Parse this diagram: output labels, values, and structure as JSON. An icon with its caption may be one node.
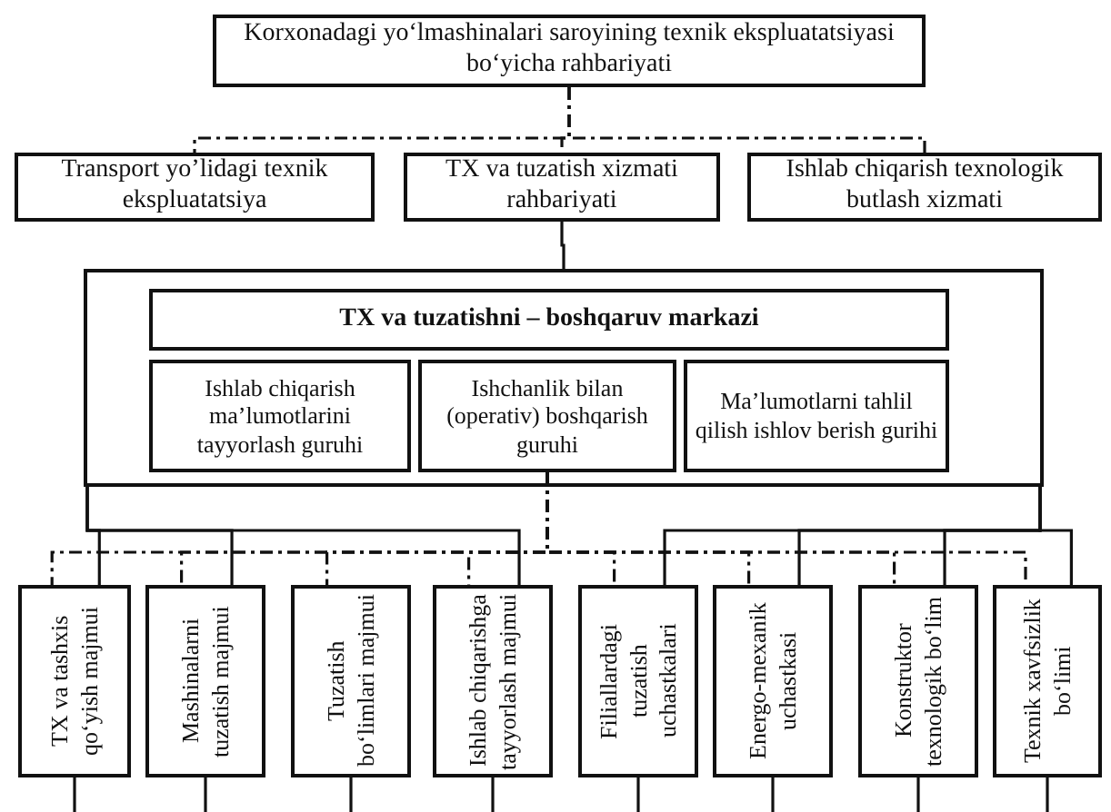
{
  "diagram": {
    "nodes": [
      {
        "text": [
          "Korxonadagi yo‘lmashinalari saroyining texnik ekspluatatsiyasi bo‘yicha rahbariyati"
        ]
      },
      {
        "text": [
          "Transport yo’lidagi texnik ekspluatatsiya"
        ]
      },
      {
        "text": [
          "TX va tuzatish xizmati rahbariyati"
        ]
      },
      {
        "text": [
          "Ishlab chiqarish texnologik butlash xizmati"
        ]
      },
      {
        "text": [],
        "shape": "box"
      },
      {
        "text": [
          "TX va tuzatishni – boshqaruv markazi"
        ],
        "in": 4
      },
      {
        "text": [
          "Ishlab chiqarish ma’lumotlarini tayyorlash guruhi"
        ],
        "in": 4
      },
      {
        "text": [
          "Ishchanlik bilan (operativ) boshqarish guruhi"
        ],
        "in": 4
      },
      {
        "text": [
          "Ma’lumotlarni tahlil qilish ishlov berish gurihi"
        ],
        "in": 4
      },
      {
        "text": [
          "TX va tashxis qo‘yish majmui"
        ]
      },
      {
        "text": [
          "Mashinalarni tuzatish majmui"
        ]
      },
      {
        "text": [
          "Tuzatish bo‘limlari majmui"
        ]
      },
      {
        "text": [
          "Ishlab chiqarishga tayyorlash majmui"
        ]
      },
      {
        "text": [
          "Filiallardagi tuzatish uchastkalari"
        ]
      },
      {
        "text": [
          "Energo-mexanik uchastkasi"
        ]
      },
      {
        "text": [
          "Konstruktor texnologik bo‘lim"
        ]
      },
      {
        "text": [
          "Texnik xavfsizlik bo‘limi"
        ]
      }
    ],
    "edges": [
      {
        "from": 0,
        "to": 1,
        "arrow": "none",
        "style": "dashed"
      },
      {
        "from": 0,
        "to": 2,
        "arrow": "none",
        "style": "dashed"
      },
      {
        "from": 0,
        "to": 3,
        "arrow": "none",
        "style": "dashed"
      },
      {
        "from": 2,
        "to": 4,
        "arrow": "none"
      },
      {
        "from": 4,
        "to": 9,
        "arrow": "none"
      },
      {
        "from": 4,
        "to": 10,
        "arrow": "none"
      },
      {
        "from": 4,
        "to": 12,
        "arrow": "none"
      },
      {
        "from": 4,
        "to": 13,
        "arrow": "none"
      },
      {
        "from": 4,
        "to": 14,
        "arrow": "none"
      },
      {
        "from": 4,
        "to": 15,
        "arrow": "none"
      },
      {
        "from": 4,
        "to": 16,
        "arrow": "none"
      },
      {
        "from": 7,
        "to": 9,
        "arrow": "none",
        "style": "dashed"
      },
      {
        "from": 7,
        "to": 10,
        "arrow": "none",
        "style": "dashed"
      },
      {
        "from": 7,
        "to": 11,
        "arrow": "none",
        "style": "dashed"
      },
      {
        "from": 7,
        "to": 12,
        "arrow": "none",
        "style": "dashed"
      },
      {
        "from": 7,
        "to": 13,
        "arrow": "none",
        "style": "dashed"
      },
      {
        "from": 7,
        "to": 14,
        "arrow": "none",
        "style": "dashed"
      },
      {
        "from": 7,
        "to": 15,
        "arrow": "none",
        "style": "dashed"
      },
      {
        "from": 7,
        "to": 16,
        "arrow": "none",
        "style": "dashed"
      },
      {
        "from": 9,
        "to": null,
        "arrow": "none"
      },
      {
        "from": 10,
        "to": null,
        "arrow": "none"
      },
      {
        "from": 11,
        "to": null,
        "arrow": "none"
      },
      {
        "from": 12,
        "to": null,
        "arrow": "none"
      },
      {
        "from": 13,
        "to": null,
        "arrow": "none"
      },
      {
        "from": 14,
        "to": null,
        "arrow": "none"
      },
      {
        "from": 15,
        "to": null,
        "arrow": "none"
      },
      {
        "from": 16,
        "to": null,
        "arrow": "none"
      }
    ]
  }
}
